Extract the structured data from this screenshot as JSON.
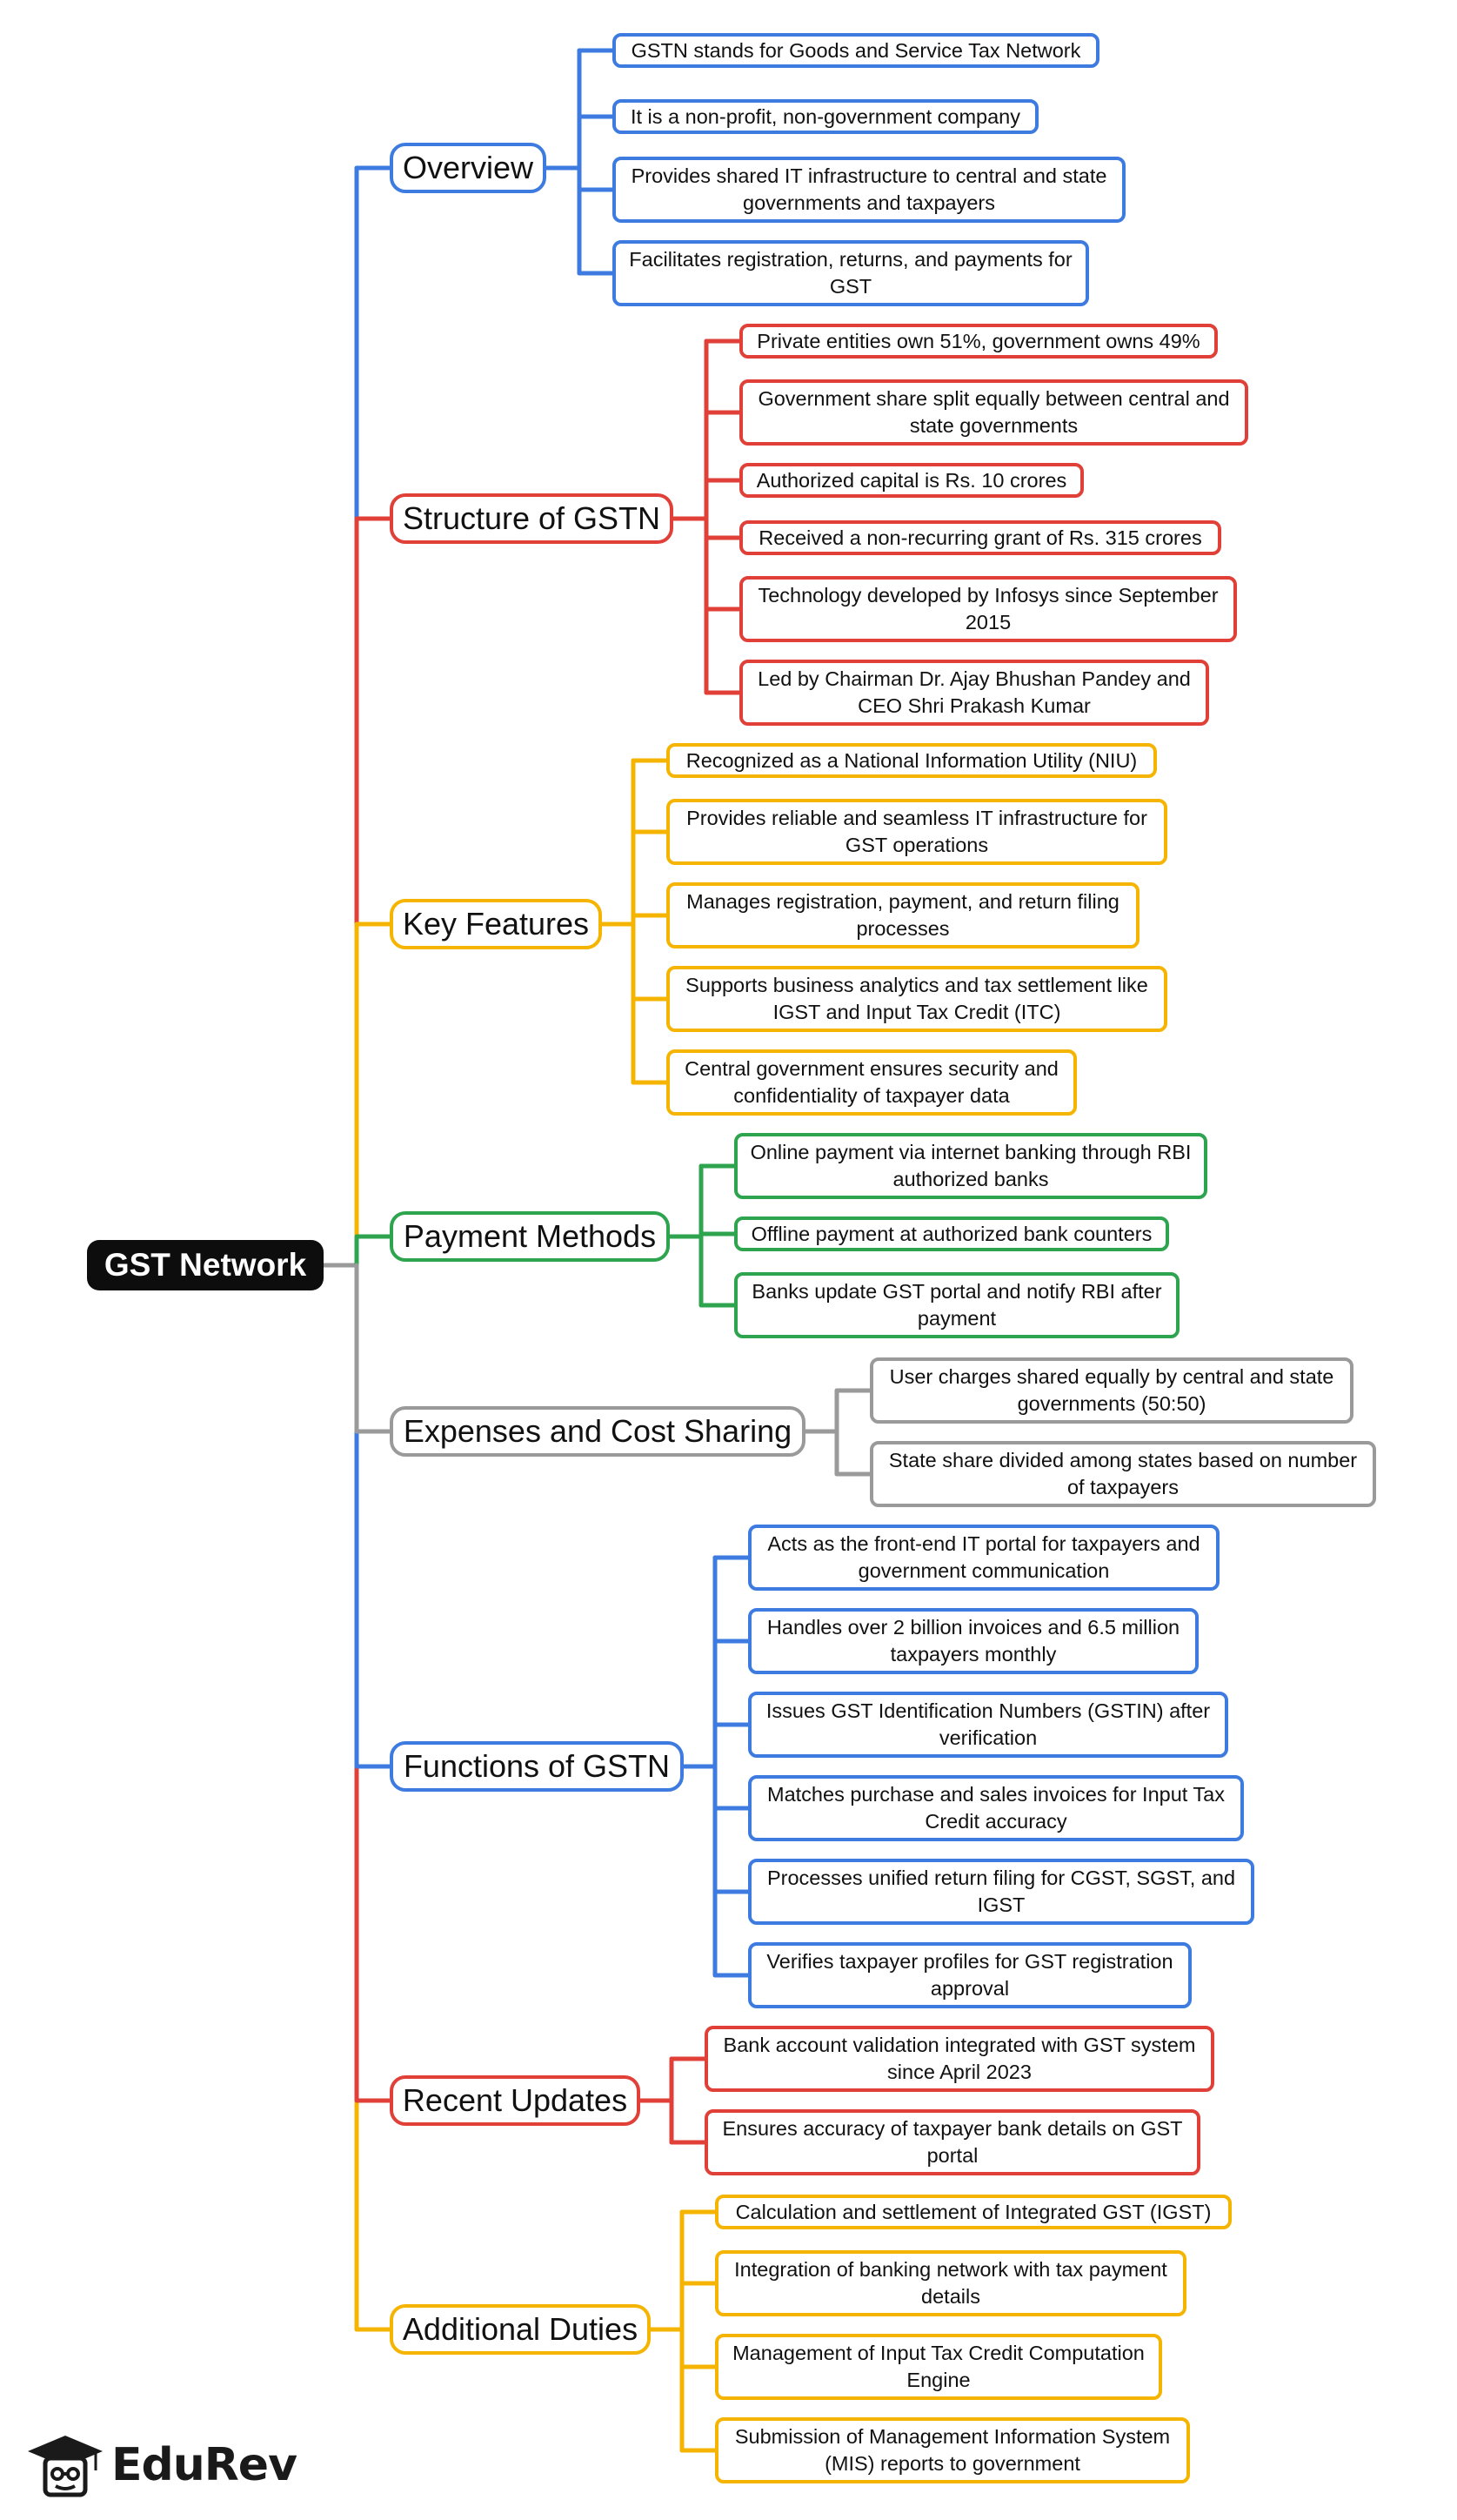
{
  "root": {
    "label": "GST Network"
  },
  "colors": {
    "blue": "#3d7be0",
    "red": "#e04038",
    "yellow": "#f5b400",
    "green": "#2ea44f",
    "gray": "#9a9a9a",
    "root_bg": "#0d0d0d"
  },
  "branches": [
    {
      "label": "Overview",
      "color": "blue",
      "items": [
        "GSTN stands for Goods and Service Tax Network",
        "It is a non-profit, non-government company",
        "Provides shared IT infrastructure to central and state governments and taxpayers",
        "Facilitates registration, returns, and payments for GST"
      ]
    },
    {
      "label": "Structure of GSTN",
      "color": "red",
      "items": [
        "Private entities own 51%, government owns 49%",
        "Government share split equally between central and state governments",
        "Authorized capital is Rs. 10 crores",
        "Received a non-recurring grant of Rs. 315 crores",
        "Technology developed by Infosys since September 2015",
        "Led by Chairman Dr. Ajay Bhushan Pandey and CEO Shri Prakash Kumar"
      ]
    },
    {
      "label": "Key Features",
      "color": "yellow",
      "items": [
        "Recognized as a National Information Utility (NIU)",
        "Provides reliable and seamless IT infrastructure for GST operations",
        "Manages registration, payment, and return filing processes",
        "Supports business analytics and tax settlement like IGST and Input Tax Credit (ITC)",
        "Central government ensures security and confidentiality of taxpayer data"
      ]
    },
    {
      "label": "Payment Methods",
      "color": "green",
      "items": [
        "Online payment via internet banking through RBI authorized banks",
        "Offline payment at authorized bank counters",
        "Banks update GST portal and notify RBI after payment"
      ]
    },
    {
      "label": "Expenses and Cost Sharing",
      "color": "gray",
      "items": [
        "User charges shared equally by central and state governments (50:50)",
        "State share divided among states based on number of taxpayers"
      ]
    },
    {
      "label": "Functions of GSTN",
      "color": "blue",
      "items": [
        "Acts as the front-end IT portal for taxpayers and government communication",
        "Handles over 2 billion invoices and 6.5 million taxpayers monthly",
        "Issues GST Identification Numbers (GSTIN) after verification",
        "Matches purchase and sales invoices for Input Tax Credit accuracy",
        "Processes unified return filing for CGST, SGST, and IGST",
        "Verifies taxpayer profiles for GST registration approval"
      ]
    },
    {
      "label": "Recent Updates",
      "color": "red",
      "items": [
        "Bank account validation integrated with GST system since April 2023",
        "Ensures accuracy of taxpayer bank details on GST portal"
      ]
    },
    {
      "label": "Additional Duties",
      "color": "yellow",
      "items": [
        "Calculation and settlement of Integrated GST (IGST)",
        "Integration of banking network with tax payment details",
        "Management of Input Tax Credit Computation Engine",
        "Submission of Management Information System (MIS) reports to government"
      ]
    }
  ],
  "logo": {
    "text": "EduRev",
    "icon": "graduation-cap-icon"
  }
}
